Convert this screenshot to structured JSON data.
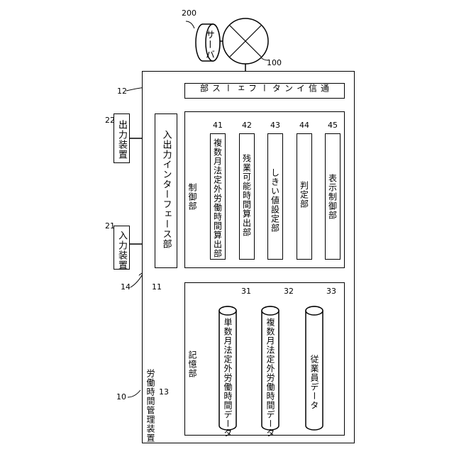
{
  "device": {
    "label": "労働時間管理装置",
    "ref": "10"
  },
  "server": {
    "label": "サーバ",
    "ref": "200"
  },
  "network": {
    "ref": "100"
  },
  "comm_if": {
    "label": "通信インターフェース部",
    "ref": "12"
  },
  "io_if": {
    "label": "入出力インターフェース部",
    "ref": "11"
  },
  "output_device": {
    "label": "出力装置",
    "ref": "22"
  },
  "input_device": {
    "label": "入力装置",
    "ref": "21"
  },
  "control": {
    "label": "制御部",
    "units": [
      {
        "label": "複数月法定外労働時間算出部",
        "ref": "41"
      },
      {
        "label": "残業可能時間算出部",
        "ref": "42"
      },
      {
        "label": "しきい値設定部",
        "ref": "43"
      },
      {
        "label": "判定部",
        "ref": "44"
      },
      {
        "label": "表示制御部",
        "ref": "45"
      }
    ]
  },
  "storage": {
    "label": "記憶部",
    "ref": "13",
    "data": [
      {
        "label": "単数月法定外労働時間データ",
        "ref": "31"
      },
      {
        "label": "複数月法定外労働時間データ",
        "ref": "32"
      },
      {
        "label": "従業員データ",
        "ref": "33"
      }
    ]
  },
  "bus": {
    "ref": "14"
  }
}
